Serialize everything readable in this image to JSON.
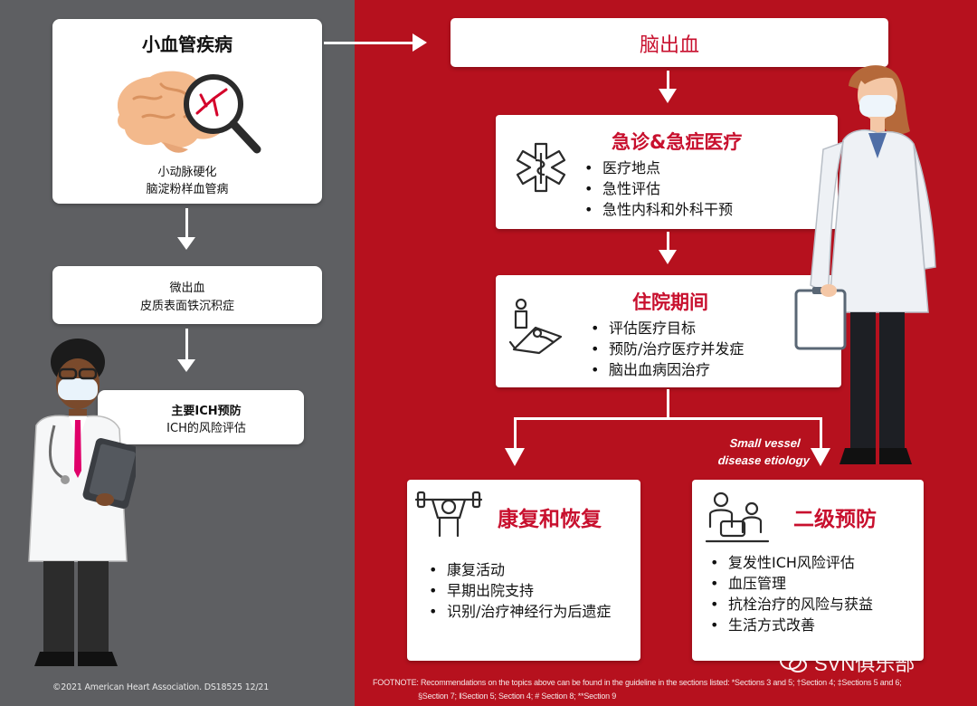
{
  "left": {
    "svd_box": {
      "title": "小血管疾病",
      "line1": "小动脉硬化",
      "line2": "脑淀粉样血管病"
    },
    "micro_box": {
      "line1": "微出血",
      "line2": "皮质表面铁沉积症"
    },
    "prevention_box": {
      "title": "主要ICH预防",
      "subtitle": "ICH的风险评估"
    },
    "copyright": "©2021 American Heart Association. DS18525 12/21"
  },
  "right": {
    "ich_box": {
      "title": "脑出血"
    },
    "emergency_box": {
      "title": "急诊&急症医疗",
      "items": [
        "医疗地点",
        "急性评估",
        "急性内科和外科干预"
      ]
    },
    "hospital_box": {
      "title": "住院期间",
      "items": [
        "评估医疗目标",
        "预防/治疗医疗并发症",
        "脑出血病因治疗"
      ]
    },
    "small_vessel_label": {
      "line1": "Small vessel",
      "line2": "disease etiology"
    },
    "rehab_box": {
      "title": "康复和恢复",
      "items": [
        "康复活动",
        "早期出院支持",
        "识别/治疗神经行为后遗症"
      ]
    },
    "secondary_box": {
      "title": "二级预防",
      "items": [
        "复发性ICH风险评估",
        "血压管理",
        "抗栓治疗的风险与获益",
        "生活方式改善"
      ]
    },
    "footnote_line1": "FOOTNOTE: Recommendations on the topics above can be found in the guideline in the sections listed: *Sections 3 and 5; †Section 4; ‡Sections 5 and 6;",
    "footnote_line2": "§Section 7; ‖Section 5; Section 4; # Section 8; **Section 9"
  },
  "watermark": "SVN俱乐部",
  "colors": {
    "left_bg": "#5e5f62",
    "right_bg": "#b6111e",
    "title_red": "#c8102e",
    "box_bg": "#ffffff"
  },
  "icons": [
    "brain-magnifier-icon",
    "star-of-life-icon",
    "hospital-bed-icon",
    "weightlifting-icon",
    "doctor-consult-icon",
    "wechat-icon"
  ]
}
